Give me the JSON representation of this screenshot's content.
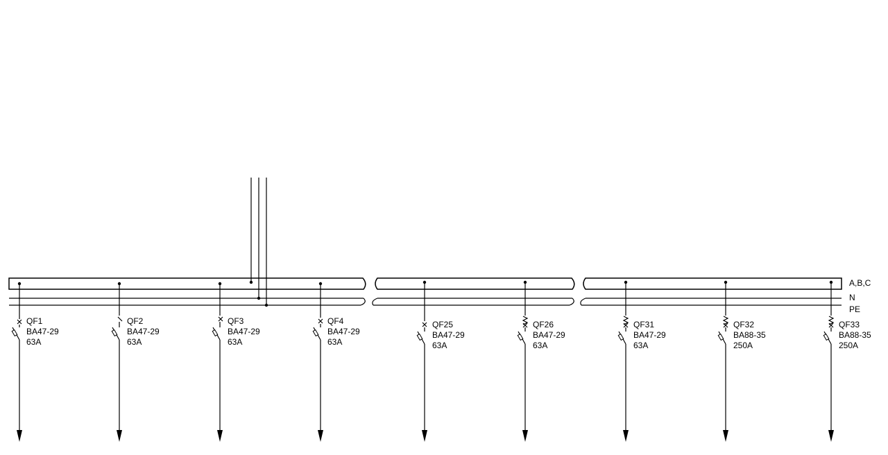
{
  "bus_labels": {
    "phase": "A,B,C",
    "neutral": "N",
    "pe": "PE"
  },
  "breakers": [
    {
      "name": "QF1",
      "type": "BA47-29",
      "rating": "63A"
    },
    {
      "name": "QF2",
      "type": "BA47-29",
      "rating": "63A"
    },
    {
      "name": "QF3",
      "type": "BA47-29",
      "rating": "63A"
    },
    {
      "name": "QF4",
      "type": "BA47-29",
      "rating": "63A"
    },
    {
      "name": "QF25",
      "type": "BA47-29",
      "rating": "63A"
    },
    {
      "name": "QF26",
      "type": "BA47-29",
      "rating": "63A"
    },
    {
      "name": "QF31",
      "type": "BA47-29",
      "rating": "63A"
    },
    {
      "name": "QF32",
      "type": "BA88-35",
      "rating": "250A"
    },
    {
      "name": "QF33",
      "type": "BA88-35",
      "rating": "250A"
    }
  ]
}
